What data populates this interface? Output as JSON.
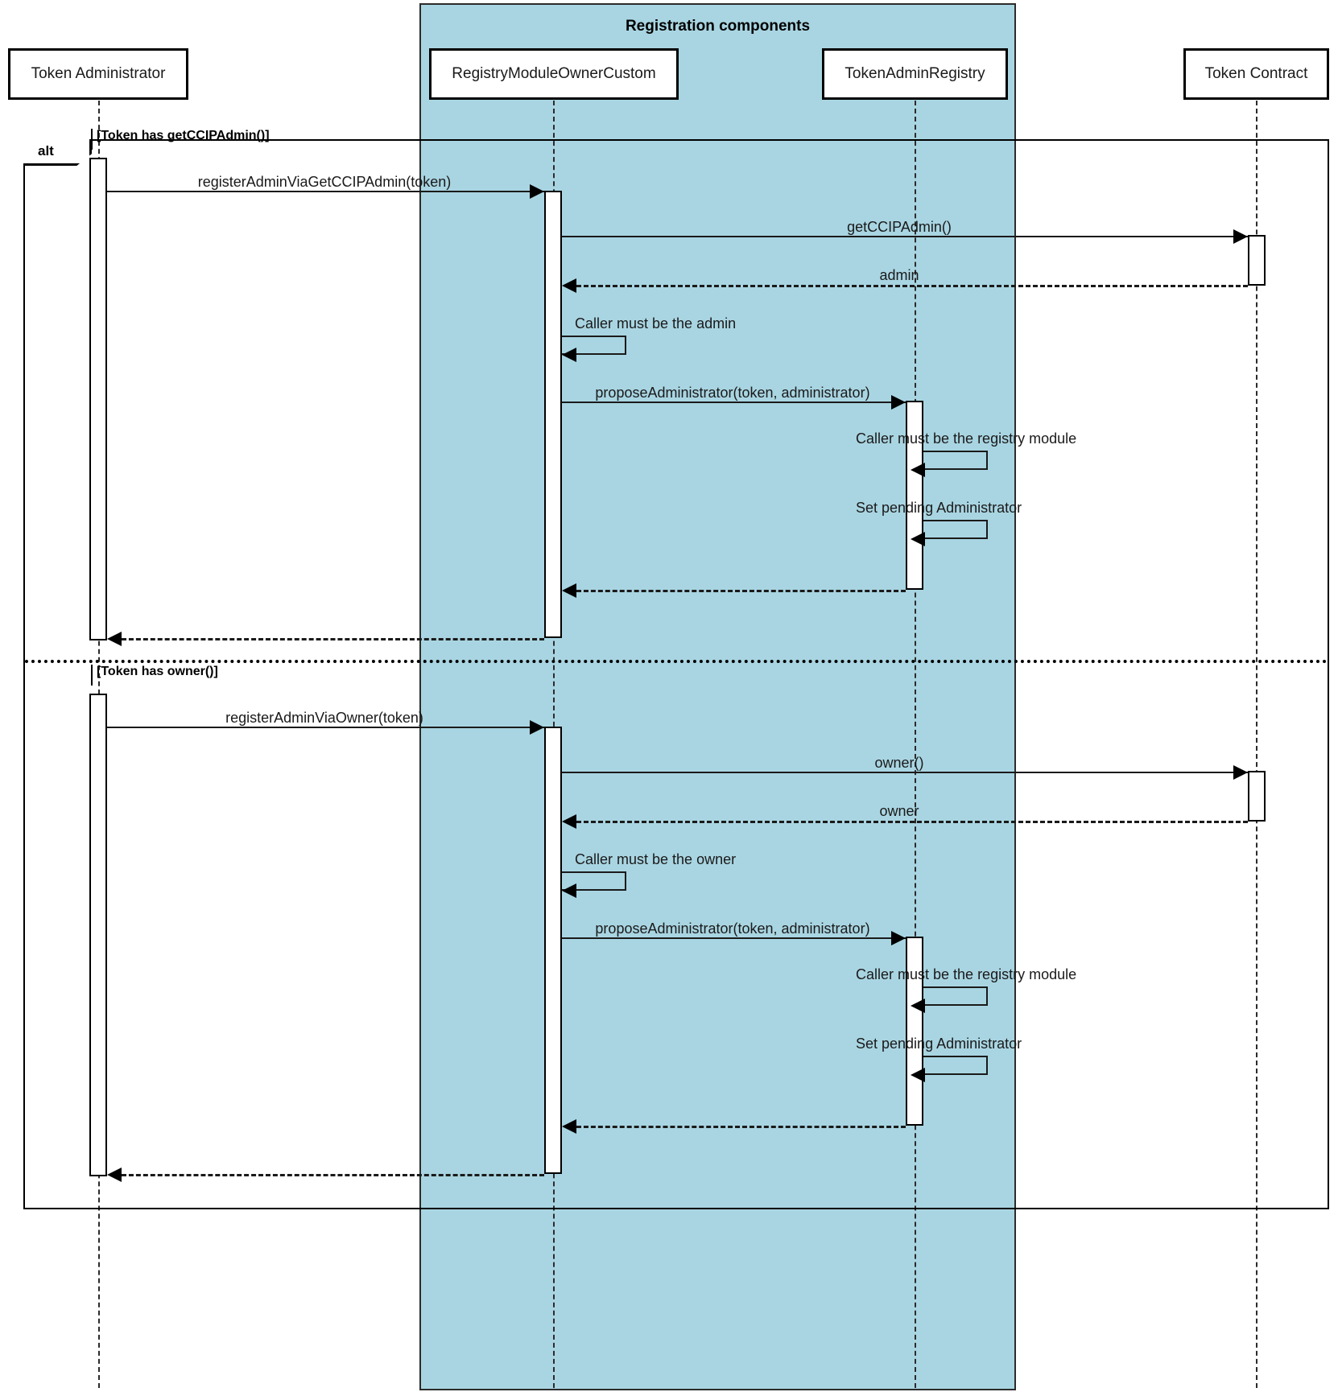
{
  "diagram": {
    "type": "uml-sequence-diagram",
    "group": {
      "title": "Registration components"
    },
    "participants": [
      {
        "id": "admin",
        "label": "Token Administrator"
      },
      {
        "id": "registry",
        "label": "RegistryModuleOwnerCustom"
      },
      {
        "id": "tar",
        "label": "TokenAdminRegistry"
      },
      {
        "id": "token",
        "label": "Token Contract"
      }
    ],
    "fragment": {
      "operator": "alt",
      "operands": [
        {
          "guard": "[Token has getCCIPAdmin()]"
        },
        {
          "guard": "[Token has owner()]"
        }
      ]
    },
    "messages": [
      {
        "id": "m1",
        "label": "registerAdminViaGetCCIPAdmin(token)",
        "from": "admin",
        "to": "registry",
        "kind": "call"
      },
      {
        "id": "m2",
        "label": "getCCIPAdmin()",
        "from": "registry",
        "to": "token",
        "kind": "call"
      },
      {
        "id": "m3",
        "label": "admin",
        "from": "token",
        "to": "registry",
        "kind": "return"
      },
      {
        "id": "m4",
        "label": "Caller must be the admin",
        "from": "registry",
        "to": "registry",
        "kind": "self"
      },
      {
        "id": "m5",
        "label": "proposeAdministrator(token, administrator)",
        "from": "registry",
        "to": "tar",
        "kind": "call"
      },
      {
        "id": "m6",
        "label": "Caller must be the registry module",
        "from": "tar",
        "to": "tar",
        "kind": "self"
      },
      {
        "id": "m7",
        "label": "Set pending Administrator",
        "from": "tar",
        "to": "tar",
        "kind": "self"
      },
      {
        "id": "m8",
        "label": "",
        "from": "tar",
        "to": "registry",
        "kind": "return"
      },
      {
        "id": "m9",
        "label": "",
        "from": "registry",
        "to": "admin",
        "kind": "return"
      },
      {
        "id": "m10",
        "label": "registerAdminViaOwner(token)",
        "from": "admin",
        "to": "registry",
        "kind": "call"
      },
      {
        "id": "m11",
        "label": "owner()",
        "from": "registry",
        "to": "token",
        "kind": "call"
      },
      {
        "id": "m12",
        "label": "owner",
        "from": "token",
        "to": "registry",
        "kind": "return"
      },
      {
        "id": "m13",
        "label": "Caller must be the owner",
        "from": "registry",
        "to": "registry",
        "kind": "self"
      },
      {
        "id": "m14",
        "label": "proposeAdministrator(token, administrator)",
        "from": "registry",
        "to": "tar",
        "kind": "call"
      },
      {
        "id": "m15",
        "label": "Caller must be the registry module",
        "from": "tar",
        "to": "tar",
        "kind": "self"
      },
      {
        "id": "m16",
        "label": "Set pending Administrator",
        "from": "tar",
        "to": "tar",
        "kind": "self"
      },
      {
        "id": "m17",
        "label": "",
        "from": "tar",
        "to": "registry",
        "kind": "return"
      },
      {
        "id": "m18",
        "label": "",
        "from": "registry",
        "to": "admin",
        "kind": "return"
      }
    ],
    "colors": {
      "group_fill": "#a9d5e2",
      "stroke": "#000000",
      "background": "#ffffff"
    }
  }
}
